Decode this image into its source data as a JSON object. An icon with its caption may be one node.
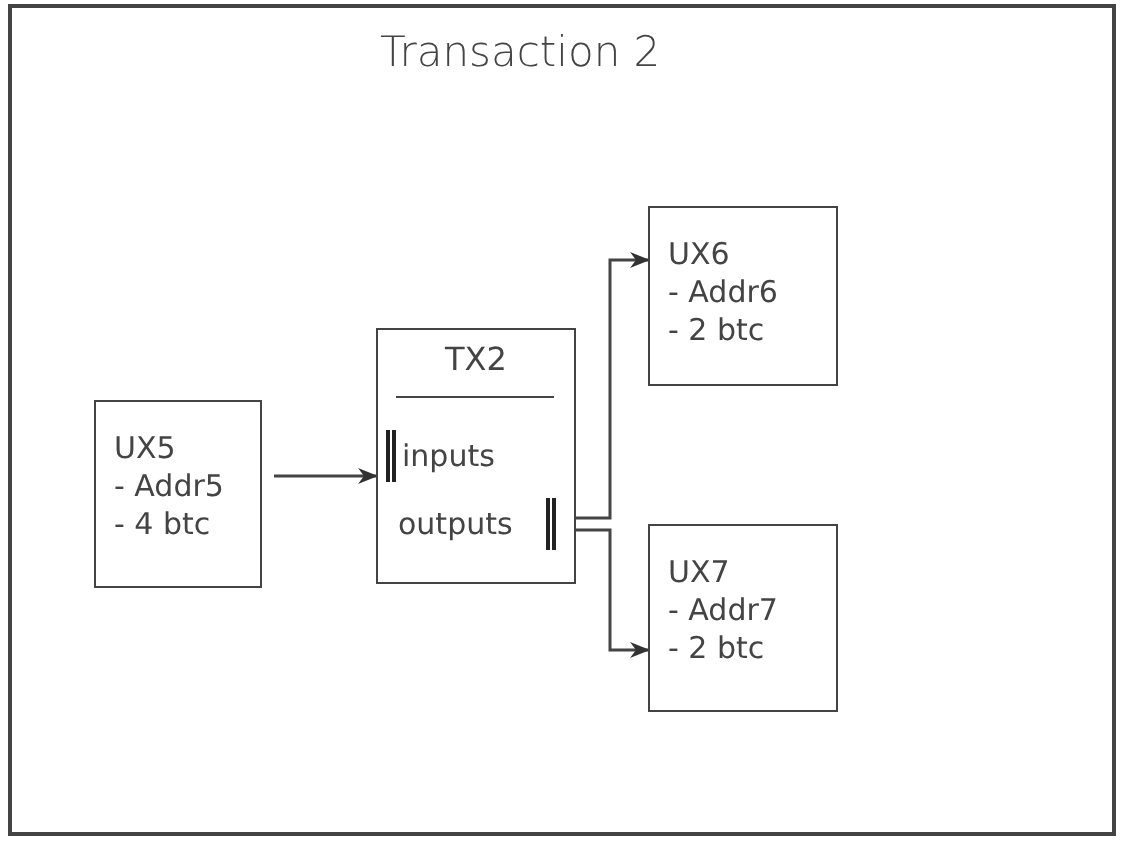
{
  "diagram": {
    "title": "Transaction 2",
    "nodes": [
      {
        "text": [
          "UX5",
          "- Addr5",
          "- 4 btc"
        ]
      },
      {
        "text": [
          "TX2",
          "inputs",
          "outputs"
        ]
      },
      {
        "text": [
          "UX6",
          "- Addr6",
          "- 2 btc"
        ]
      },
      {
        "text": [
          "UX7",
          "- Addr7",
          "- 2 btc"
        ]
      }
    ],
    "edges": [
      {
        "from": 0,
        "to": 1,
        "arrow": "to"
      },
      {
        "from": 1,
        "to": 2,
        "arrow": "to"
      },
      {
        "from": 1,
        "to": 3,
        "arrow": "to"
      }
    ]
  }
}
